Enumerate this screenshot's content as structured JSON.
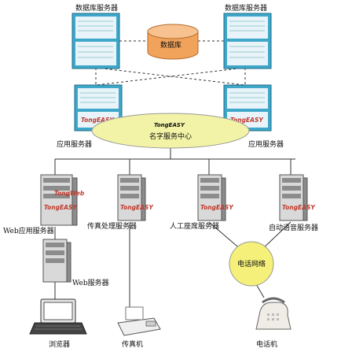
{
  "colors": {
    "server_frame": "#3fa7c9",
    "server_inner": "#e8f4fa",
    "tower_light": "#d9d9d9",
    "tower_dark": "#8c8c8c",
    "ellipse_fill": "#f2f3a6",
    "db_cylinder": "#f2a35b",
    "phone_circle": "#f4f07a",
    "line": "#333333",
    "brand_red": "#c0392b"
  },
  "labels": {
    "db_server_left": "数据库服务器",
    "db_server_right": "数据库服务器",
    "database": "数据库",
    "app_server_left": "应用服务器",
    "app_server_right": "应用服务器",
    "name_service_brand": "TongEASY",
    "name_service": "名字服务中心",
    "web_app_server": "Web应用服务器",
    "fax_server": "传真处理服务器",
    "manual_seat_server": "人工座席服务器",
    "auto_voice_server": "自动语音服务器",
    "web_server": "Web服务器",
    "phone_network": "电话网络",
    "browser": "浏览器",
    "fax_machine": "传真机",
    "telephone": "电话机"
  },
  "brands": {
    "tongweb": "TongWeb",
    "tongeasy": "TongEASY"
  },
  "icons": {
    "db_server": "rack-server-icon",
    "app_server": "rack-server-icon",
    "tower": "tower-server-icon",
    "database": "database-cylinder-icon",
    "laptop": "laptop-icon",
    "fax": "fax-machine-icon",
    "phone": "telephone-icon"
  }
}
